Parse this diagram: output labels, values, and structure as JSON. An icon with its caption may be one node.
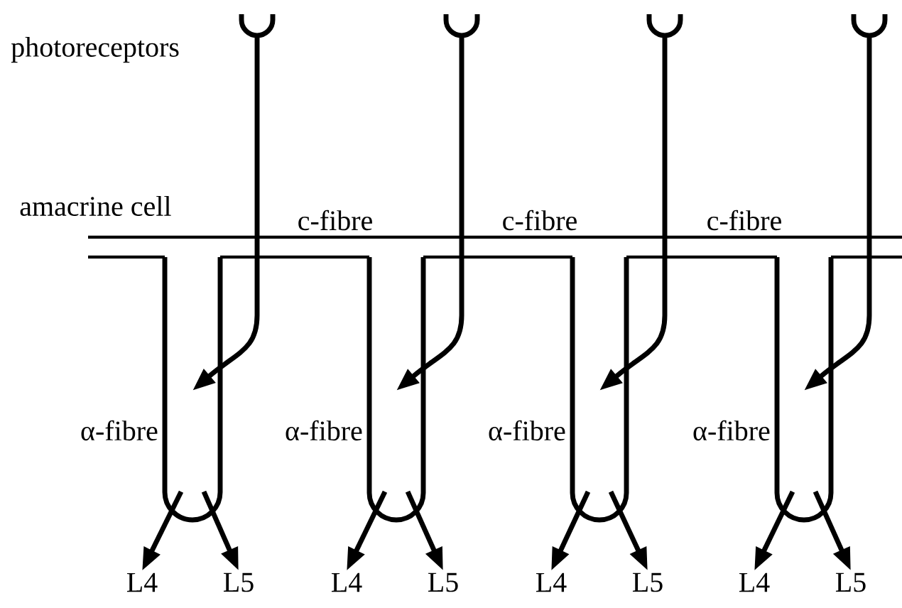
{
  "diagram": {
    "nodes": [
      {
        "text": [],
        "shape": "cup"
      },
      {
        "text": [],
        "shape": "cup"
      },
      {
        "text": [],
        "shape": "cup"
      },
      {
        "text": [],
        "shape": "cup"
      },
      {
        "text": [
          "α-fibre"
        ]
      },
      {
        "text": [
          "α-fibre"
        ]
      },
      {
        "text": [
          "α-fibre"
        ]
      },
      {
        "text": [
          "α-fibre"
        ]
      },
      {
        "text": [
          "L4"
        ]
      },
      {
        "text": [
          "L5"
        ]
      },
      {
        "text": [
          "L4"
        ]
      },
      {
        "text": [
          "L5"
        ]
      },
      {
        "text": [
          "L4"
        ]
      },
      {
        "text": [
          "L5"
        ]
      },
      {
        "text": [
          "L4"
        ]
      },
      {
        "text": [
          "L5"
        ]
      }
    ],
    "edges": [
      {
        "from": 0,
        "to": 4,
        "arrow": "to"
      },
      {
        "from": 1,
        "to": 5,
        "arrow": "to"
      },
      {
        "from": 2,
        "to": 6,
        "arrow": "to"
      },
      {
        "from": 3,
        "to": 7,
        "arrow": "to"
      },
      {
        "from": 4,
        "to": 8,
        "arrow": "to"
      },
      {
        "from": 4,
        "to": 9,
        "arrow": "to"
      },
      {
        "from": 5,
        "to": 10,
        "arrow": "to"
      },
      {
        "from": 5,
        "to": 11,
        "arrow": "to"
      },
      {
        "from": 6,
        "to": 12,
        "arrow": "to"
      },
      {
        "from": 6,
        "to": 13,
        "arrow": "to"
      },
      {
        "from": 7,
        "to": 14,
        "arrow": "to"
      },
      {
        "from": 7,
        "to": 15,
        "arrow": "to"
      }
    ],
    "labels": [
      "photoreceptors",
      "amacrine cell",
      "c-fibre",
      "c-fibre",
      "c-fibre"
    ]
  }
}
